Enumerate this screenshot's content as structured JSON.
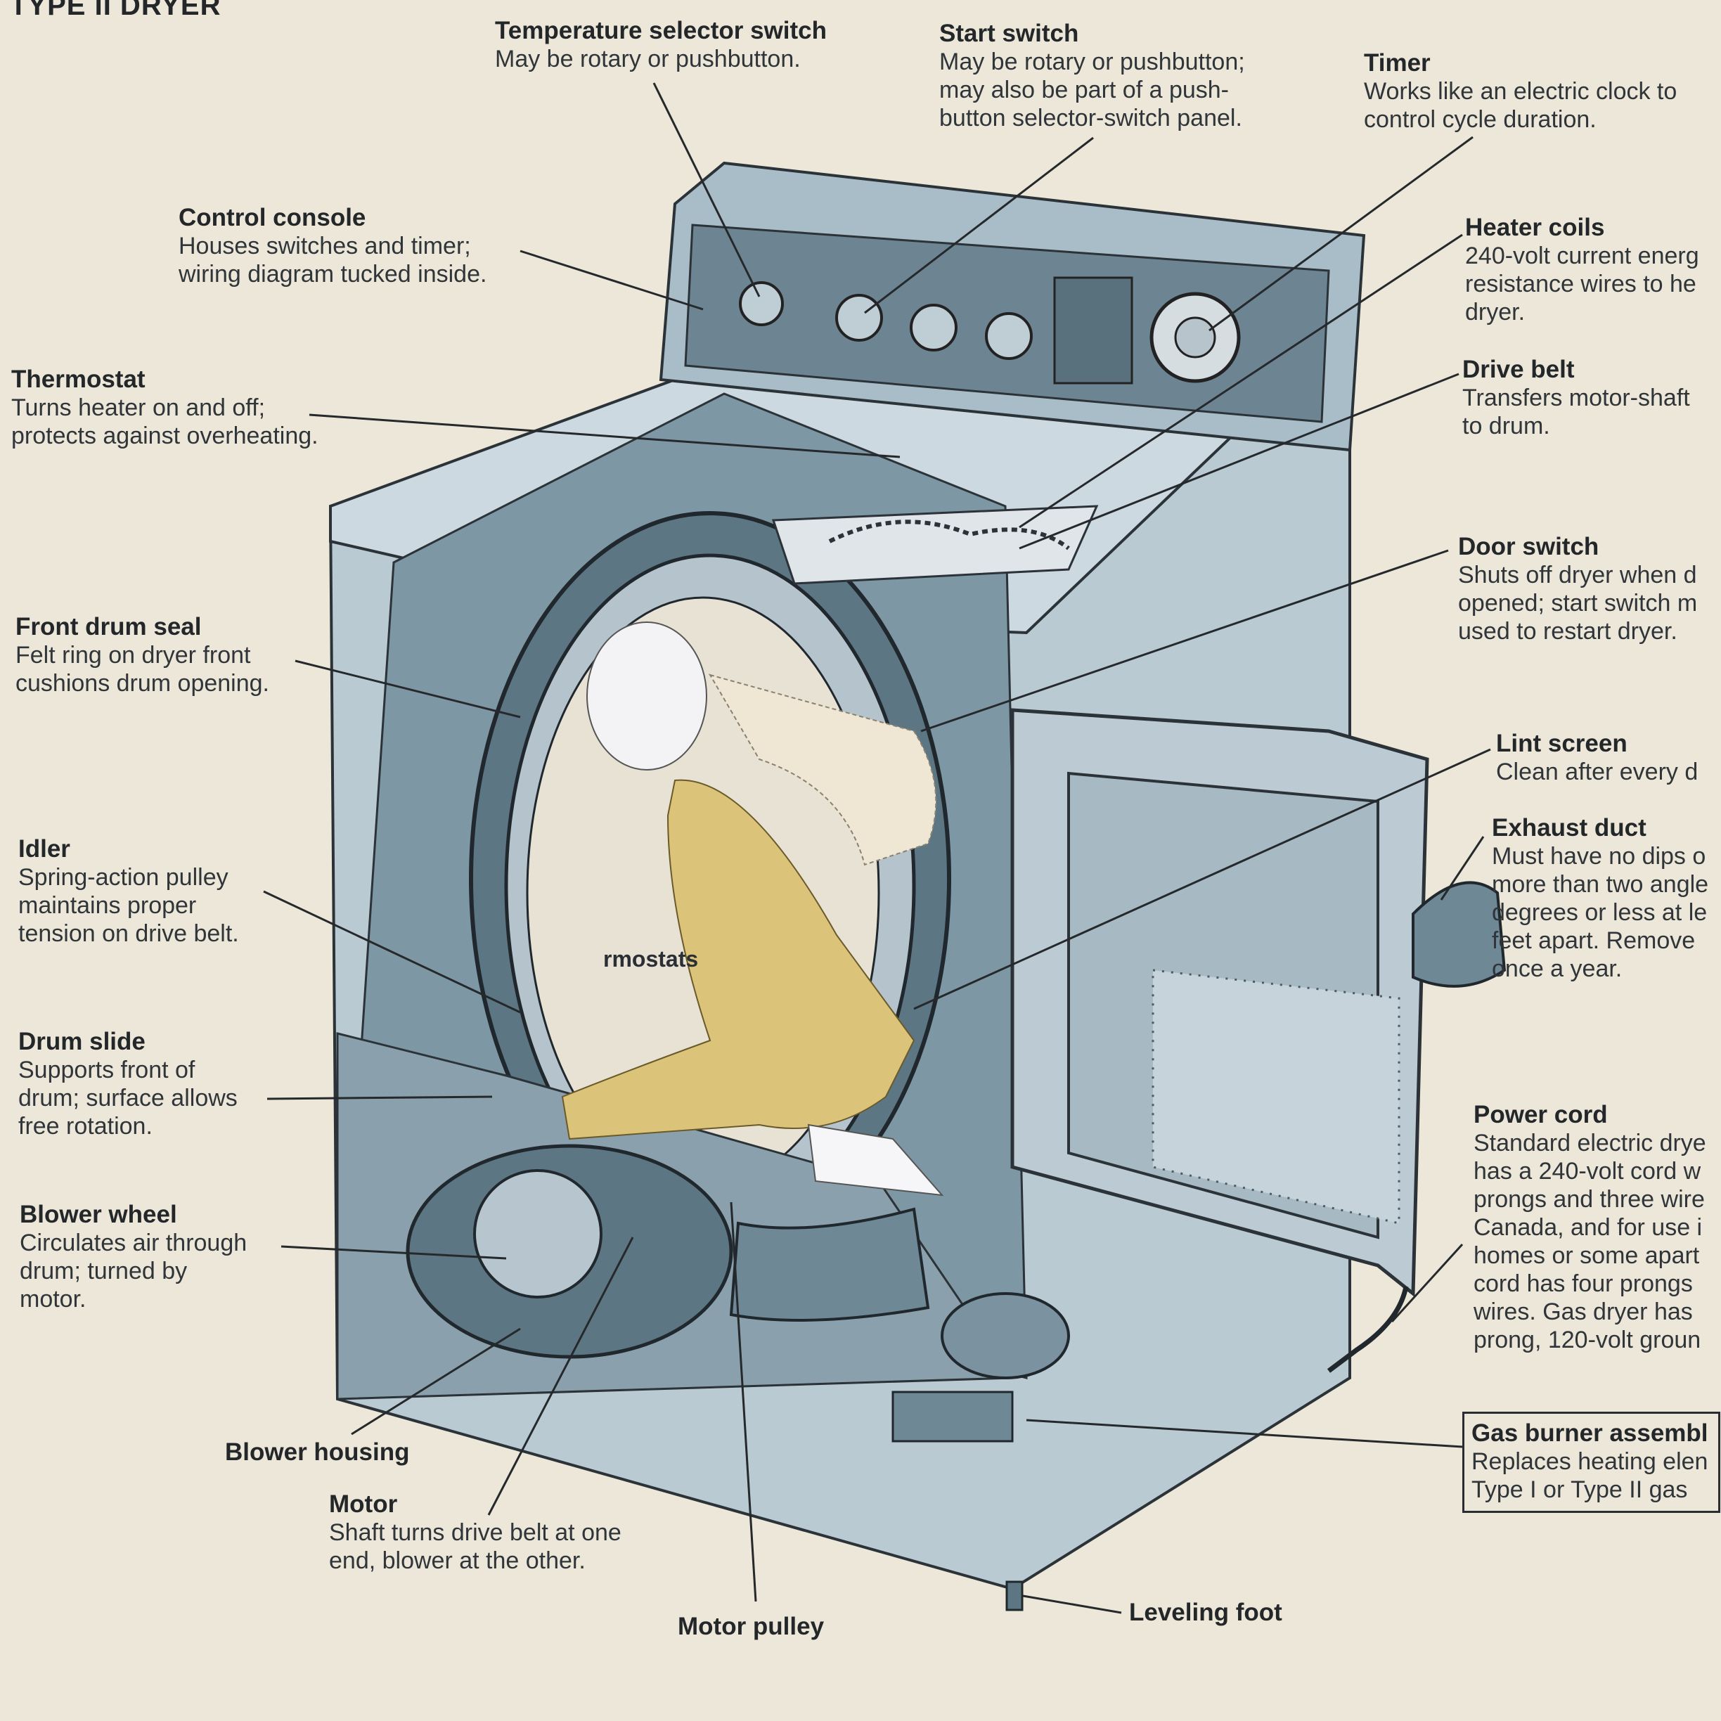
{
  "page_heading": "TYPE II DRYER",
  "labels": {
    "temperature_selector": {
      "title": "Temperature selector switch",
      "desc": [
        "May be rotary or pushbutton."
      ]
    },
    "start_switch": {
      "title": "Start switch",
      "desc": [
        "May be rotary or pushbutton;",
        "may also be part of a push-",
        "button selector-switch panel."
      ]
    },
    "timer": {
      "title": "Timer",
      "desc": [
        "Works like an electric clock to",
        "control cycle duration."
      ]
    },
    "control_console": {
      "title": "Control console",
      "desc": [
        "Houses switches and timer;",
        "wiring diagram tucked inside."
      ]
    },
    "heater_coils": {
      "title": "Heater coils",
      "desc": [
        "240-volt current energ",
        "resistance wires to he",
        "dryer."
      ]
    },
    "thermostat": {
      "title": "Thermostat",
      "desc": [
        "Turns heater on and off;",
        "protects against overheating."
      ]
    },
    "drive_belt": {
      "title": "Drive belt",
      "desc": [
        "Transfers motor-shaft",
        "to drum."
      ]
    },
    "door_switch": {
      "title": "Door switch",
      "desc": [
        "Shuts off dryer when d",
        "opened; start switch m",
        "used to restart dryer."
      ]
    },
    "front_drum_seal": {
      "title": "Front drum seal",
      "desc": [
        "Felt ring on dryer front",
        "cushions drum opening."
      ]
    },
    "lint_screen": {
      "title": "Lint screen",
      "desc": [
        "Clean after every d"
      ]
    },
    "exhaust_duct": {
      "title": "Exhaust duct",
      "desc": [
        "Must have no dips o",
        "more than two angle",
        "degrees or less at le",
        "feet apart. Remove",
        "once a year."
      ]
    },
    "idler": {
      "title": "Idler",
      "desc": [
        "Spring-action pulley",
        "maintains proper",
        "tension on drive belt."
      ]
    },
    "drum_slide": {
      "title": "Drum slide",
      "desc": [
        "Supports front of",
        "drum; surface allows",
        "free rotation."
      ]
    },
    "power_cord": {
      "title": "Power cord",
      "desc": [
        "Standard electric drye",
        "has a 240-volt cord w",
        "prongs and three wire",
        "Canada, and for use i",
        "homes or some apart",
        "cord has four prongs",
        "wires. Gas dryer has",
        "prong, 120-volt groun"
      ]
    },
    "blower_wheel": {
      "title": "Blower wheel",
      "desc": [
        "Circulates air through",
        "drum; turned by",
        "motor."
      ]
    },
    "blower_housing": {
      "title": "Blower housing",
      "desc": []
    },
    "motor": {
      "title": "Motor",
      "desc": [
        "Shaft turns drive belt at one",
        "end, blower at the other."
      ]
    },
    "gas_burner": {
      "title": "Gas burner assembl",
      "desc": [
        "Replaces heating elen",
        "Type I or Type II gas"
      ]
    },
    "motor_pulley": {
      "title": "Motor pulley",
      "desc": []
    },
    "leveling_foot": {
      "title": "Leveling foot",
      "desc": []
    }
  },
  "overlay_text": "rmostats",
  "colors": {
    "paper": "#ece7d8",
    "cabinet": "#b9cad3",
    "cabinet_dark": "#5d7684",
    "drum": "#6f8896",
    "figure_suit": "#dcc37a",
    "felt": "#efe6d3"
  }
}
